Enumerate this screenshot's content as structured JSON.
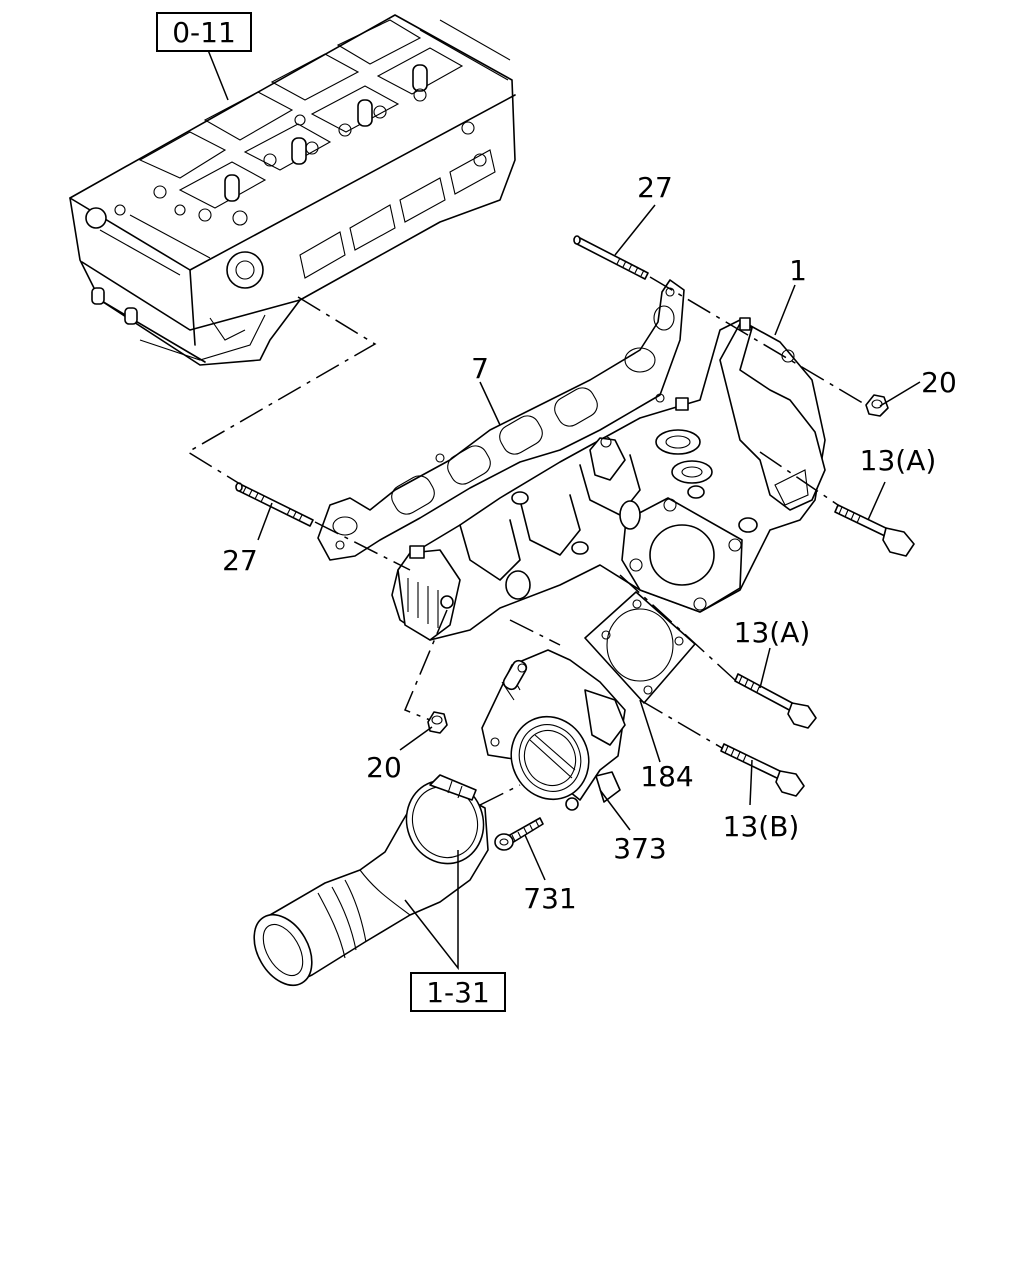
{
  "refs": {
    "ref_0_11": "0-11",
    "ref_1_31": "1-31"
  },
  "callouts": {
    "c27_top": "27",
    "c1": "1",
    "c20_right": "20",
    "c7": "7",
    "c13a_top": "13(A)",
    "c27_left": "27",
    "c13a_mid": "13(A)",
    "c20_left": "20",
    "c184": "184",
    "c13b": "13(B)",
    "c373": "373",
    "c731": "731"
  }
}
